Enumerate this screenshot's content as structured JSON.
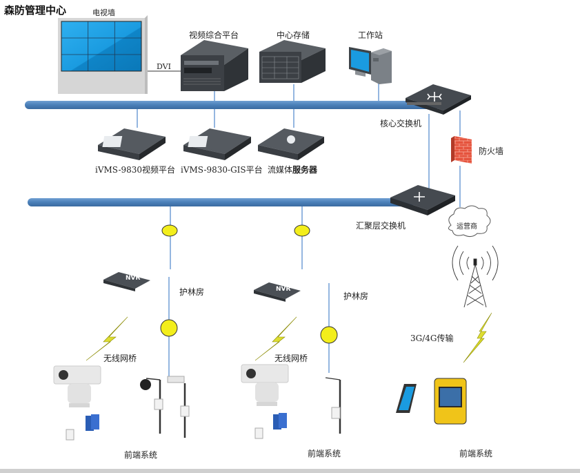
{
  "title": "森防管理中心",
  "labels": {
    "video_wall": "电视墙",
    "dvi": "DVI",
    "video_platform": "视频综合平台",
    "central_storage": "中心存储",
    "workstation": "工作站",
    "core_switch": "核心交换机",
    "firewall": "防火墙",
    "ivms_video": "iVMS-9830视频平台",
    "ivms_gis": "iVMS-9830-GIS平台",
    "media_server_a": "流媒体",
    "media_server_b": "服务器",
    "aggregation_switch": "汇聚层交换机",
    "carrier": "运营商",
    "ranger_station_1": "护林房",
    "ranger_station_2": "护林房",
    "nvr_1": "NVR",
    "nvr_2": "NVR",
    "wireless_bridge_1": "无线网桥",
    "wireless_bridge_2": "无线网桥",
    "mobile_transfer": "3G/4G传输",
    "frontend_1": "前端系统",
    "frontend_2": "前端系统",
    "frontend_3": "前端系统"
  },
  "colors": {
    "bus": "#4a7fb8",
    "link": "#5b8fd0",
    "lightning": "#e8e81a",
    "firewall": "#e5533d",
    "device_dark": "#3f4449",
    "screen_blue": "#1a9be0"
  }
}
